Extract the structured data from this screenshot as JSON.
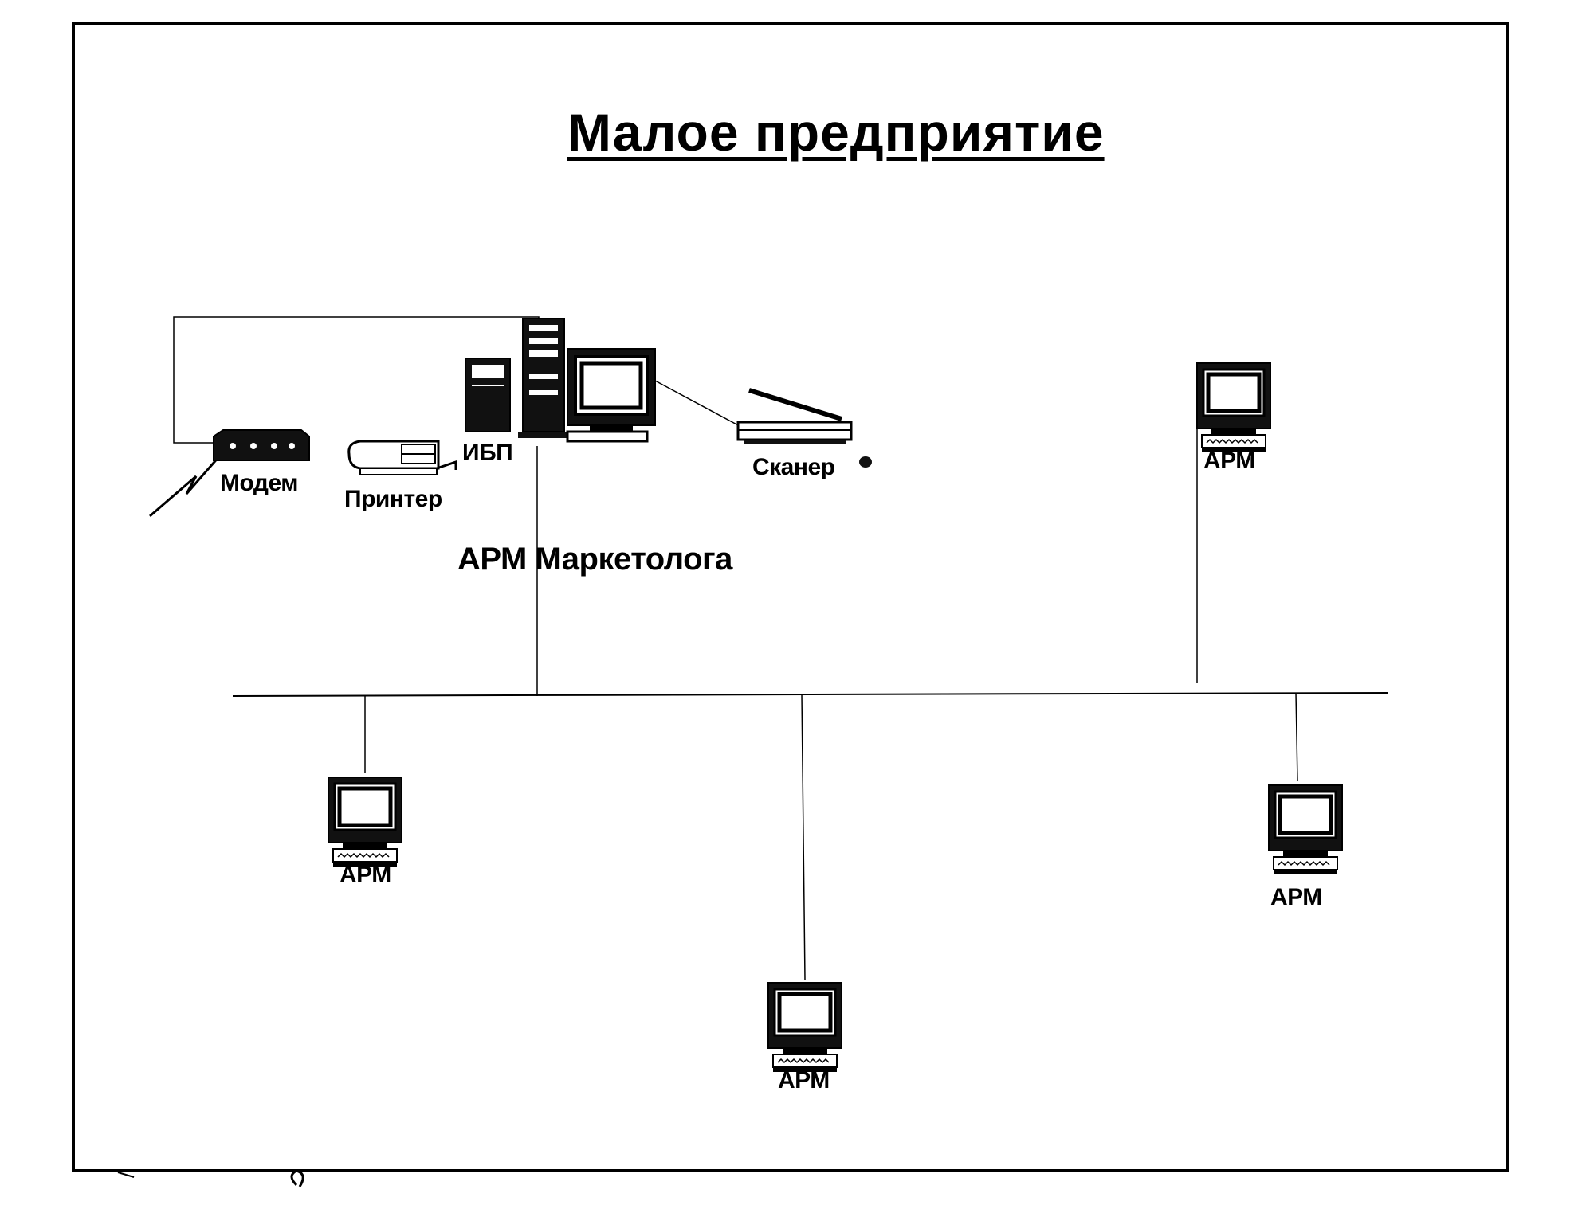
{
  "title": "Малое предприятие",
  "labels": {
    "modem": "Модем",
    "printer": "Принтер",
    "ups": "ИБП",
    "scanner": "Сканер",
    "marketer_ws": "АРМ Маркетолога",
    "ws_top_right": "АРМ",
    "ws_bottom_left": "АРМ",
    "ws_bottom_center": "АРМ",
    "ws_bottom_right": "АРМ"
  },
  "icons": [
    "workstation-icon",
    "modem-icon",
    "printer-icon",
    "ups-icon",
    "server-tower-icon",
    "monitor-icon",
    "scanner-icon",
    "lightning-icon"
  ],
  "colors": {
    "line": "#000000",
    "background": "#ffffff",
    "screen": "#ffffff"
  }
}
